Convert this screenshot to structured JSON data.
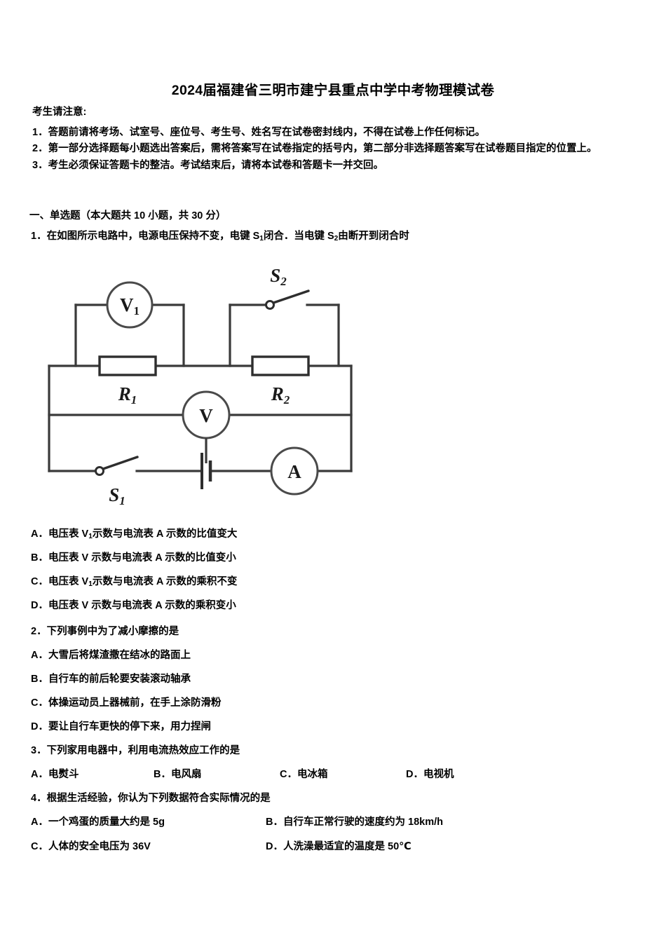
{
  "document": {
    "title": "2024届福建省三明市建宁县重点中学中考物理模试卷",
    "notice_heading": "考生请注意:",
    "notices": [
      "1．答题前请将考场、试室号、座位号、考生号、姓名写在试卷密封线内，不得在试卷上作任何标记。",
      "2．第一部分选择题每小题选出答案后，需将答案写在试卷指定的括号内，第二部分非选择题答案写在试卷题目指定的位置上。",
      "3．考生必须保证答题卡的整洁。考试结束后，请将本试卷和答题卡一并交回。"
    ],
    "section_heading": "一、单选题（本大题共 10 小题，共 30 分）"
  },
  "questions": [
    {
      "number": "1．",
      "stem_part1": "在如图所示电路中，电源电压保持不变，电键 S",
      "stem_sub1": "1",
      "stem_part2": "闭合．当电键 S",
      "stem_sub2": "2",
      "stem_part3": "由断开到闭合时",
      "options": [
        {
          "letter": "A．",
          "pre": "电压表 V",
          "sub": "1",
          "post": "示数与电流表 A 示数的比值变大"
        },
        {
          "letter": "B．",
          "pre": "电压表 V 示数与电流表 A 示数的比值变小",
          "sub": "",
          "post": ""
        },
        {
          "letter": "C．",
          "pre": "电压表 V",
          "sub": "1",
          "post": "示数与电流表 A 示数的乘积不变"
        },
        {
          "letter": "D．",
          "pre": "电压表 V 示数与电流表 A 示数的乘积变小",
          "sub": "",
          "post": ""
        }
      ]
    },
    {
      "number": "2．",
      "stem": "下列事例中为了减小摩擦的是",
      "options": [
        {
          "letter": "A．",
          "text": "大雪后将煤渣撒在结冰的路面上"
        },
        {
          "letter": "B．",
          "text": "自行车的前后轮要安装滚动轴承"
        },
        {
          "letter": "C．",
          "text": "体操运动员上器械前，在手上涂防滑粉"
        },
        {
          "letter": "D．",
          "text": "要让自行车更快的停下来，用力捏闸"
        }
      ]
    },
    {
      "number": "3．",
      "stem": "下列家用电器中，利用电流热效应工作的是",
      "options": [
        {
          "letter": "A．",
          "text": "电熨斗"
        },
        {
          "letter": "B．",
          "text": "电风扇"
        },
        {
          "letter": "C．",
          "text": "电冰箱"
        },
        {
          "letter": "D．",
          "text": "电视机"
        }
      ]
    },
    {
      "number": "4．",
      "stem": "根据生活经验，你认为下列数据符合实际情况的是",
      "options": [
        {
          "letter": "A．",
          "text": "一个鸡蛋的质量大约是 5g"
        },
        {
          "letter": "B．",
          "text": "自行车正常行驶的速度约为 18km/h"
        },
        {
          "letter": "C．",
          "text": "人体的安全电压为 36V"
        },
        {
          "letter": "D．",
          "text": "人洗澡最适宜的温度是 50℃"
        }
      ]
    }
  ],
  "figure": {
    "caption": "circuit-diagram",
    "labels": {
      "voltmeter1": "V",
      "voltmeter1_sub": "1",
      "voltmeter_main": "V",
      "ammeter": "A",
      "resistor1": "R",
      "resistor1_sub": "1",
      "resistor2": "R",
      "resistor2_sub": "2",
      "switch1": "S",
      "switch1_sub": "1",
      "switch2": "S",
      "switch2_sub": "2"
    },
    "line_color": "#3a3a3a"
  }
}
